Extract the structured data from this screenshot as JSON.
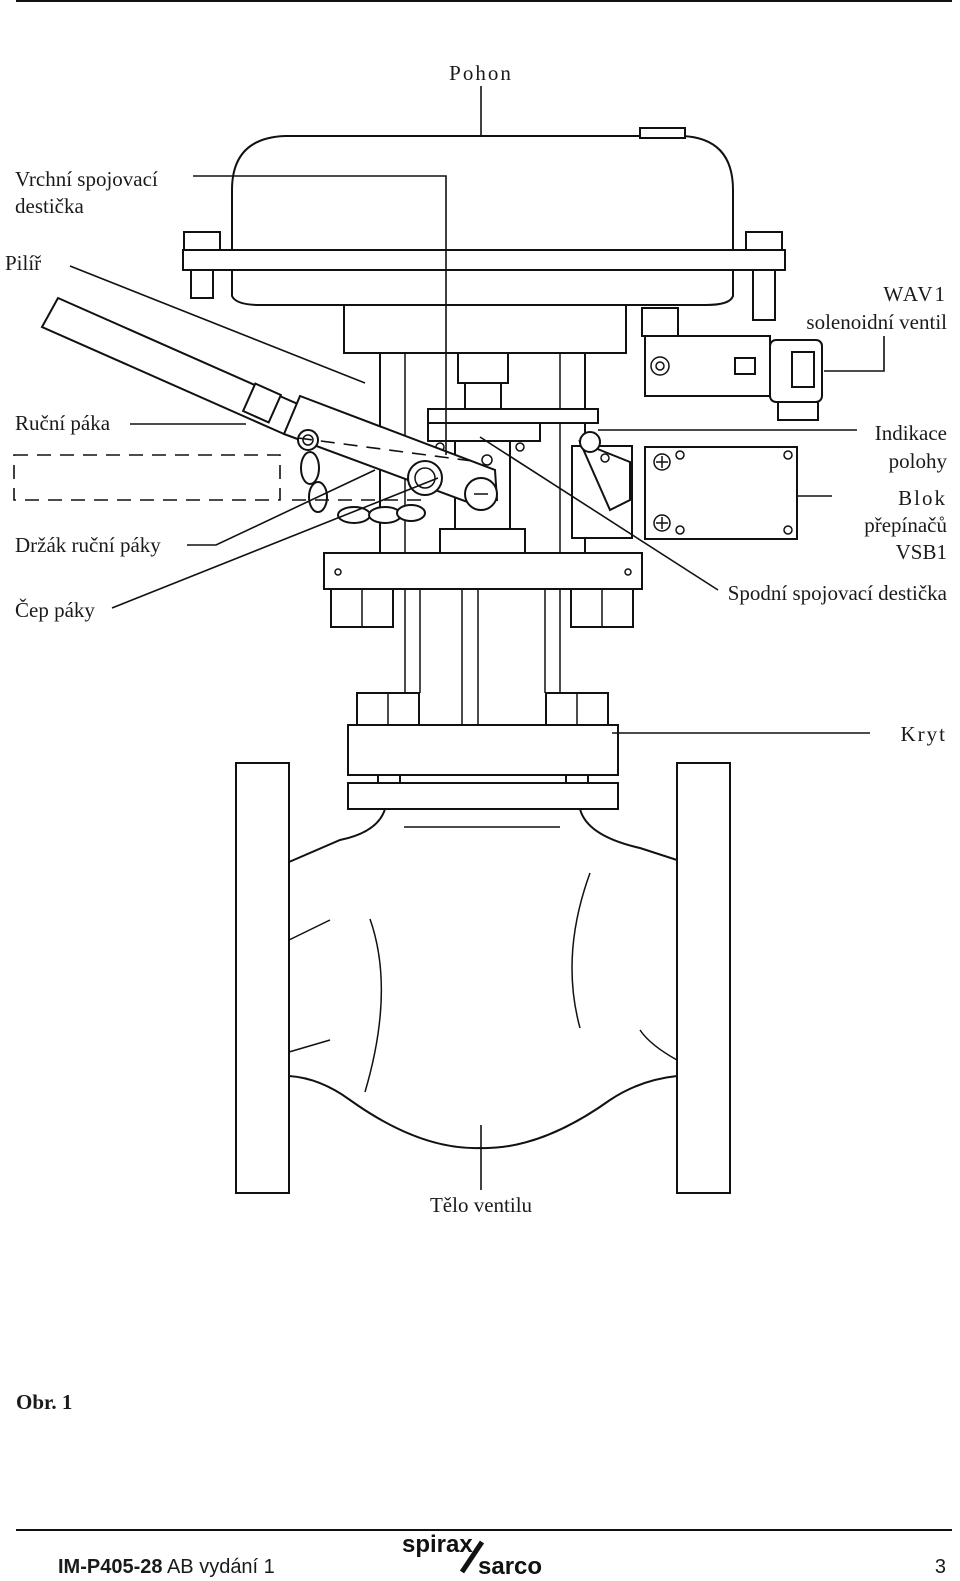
{
  "diagram": {
    "labels": {
      "pohon": "Pohon",
      "vrchni_line1": "Vrchní  spojovací",
      "vrchni_line2": "destička",
      "pilir": "Pilíř",
      "wav1_line1": "WAV1",
      "wav1_line2": "solenoidní  ventil",
      "rucni_paka": "Ruční  páka",
      "indikace_line1": "Indikace",
      "indikace_line2": "polohy",
      "blok_line1": "Blok",
      "blok_line2": "přepínačů",
      "blok_line3": "VSB1",
      "drzak": "Držák  ruční  páky",
      "cep": "Čep  páky",
      "spodni": "Spodní  spojovací  destička",
      "kryt": "Kryt",
      "telo": "Tělo  ventilu"
    },
    "colors": {
      "ink": "#111111",
      "paper": "#ffffff"
    }
  },
  "caption": "Obr.  1",
  "footer": {
    "doc_id": "IM-P405-28",
    "doc_rest": " AB vydání 1",
    "logo_top": "spirax",
    "logo_bottom": "sarco",
    "page": "3"
  }
}
